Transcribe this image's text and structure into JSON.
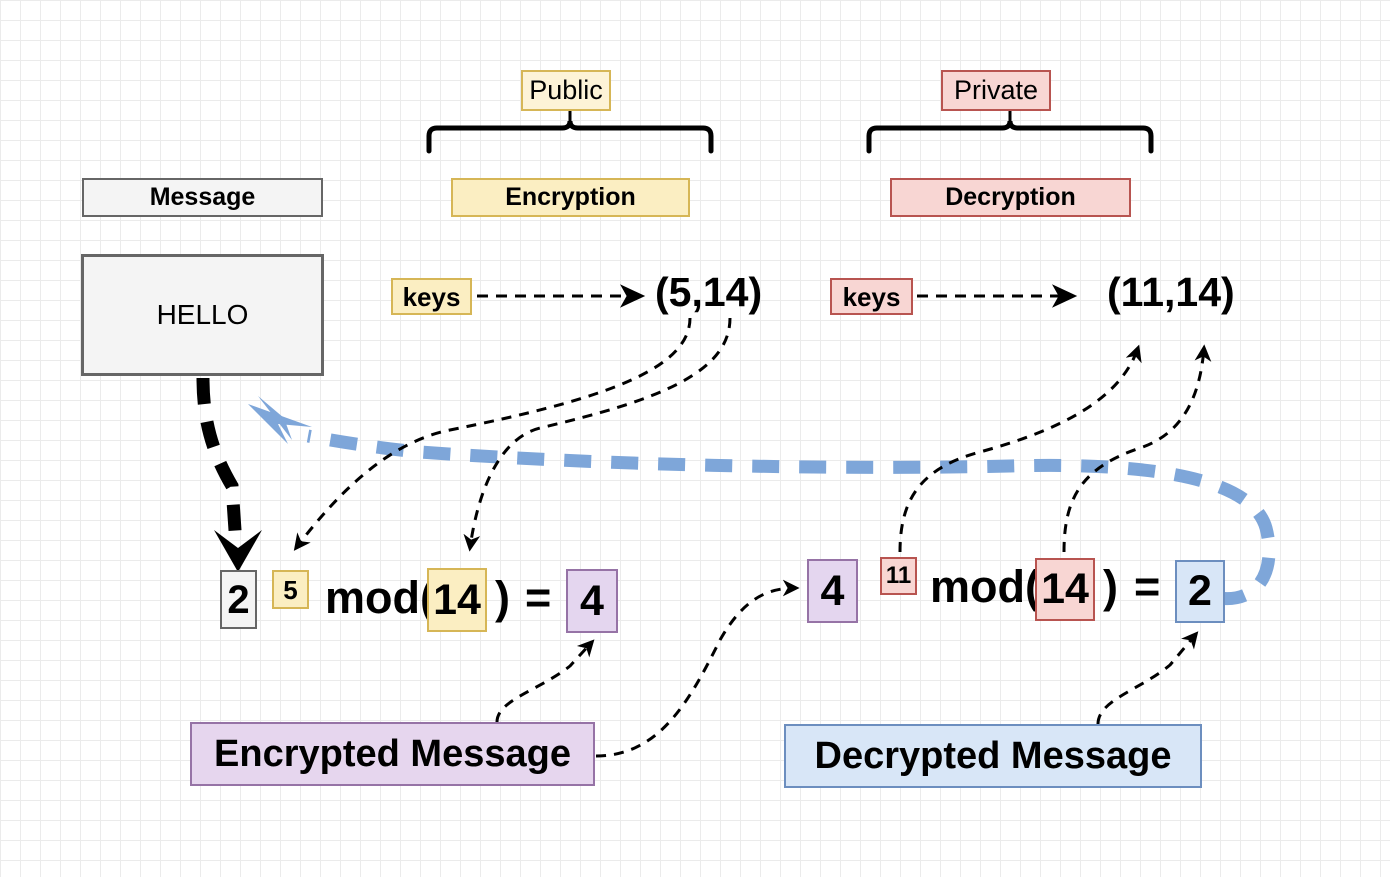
{
  "diagram": {
    "title_context": "Public key / private key encryption example",
    "sections": {
      "public": {
        "label": "Public",
        "color": "#fdf3d7",
        "border": "#d6b656"
      },
      "private": {
        "label": "Private",
        "color": "#f8d6d3",
        "border": "#b85450"
      }
    },
    "message": {
      "header_label": "Message",
      "value": "HELLO"
    },
    "encryption": {
      "header_label": "Encryption",
      "keys_label": "keys",
      "key_pair": "(5,14)",
      "equation": {
        "base": "2",
        "exponent": "5",
        "mod_open": "mod(",
        "modulus": "14",
        "mod_close": ")",
        "equals": "=",
        "result": "4"
      },
      "footer_label": "Encrypted Message"
    },
    "decryption": {
      "header_label": "Decryption",
      "keys_label": "keys",
      "key_pair": "(11,14)",
      "equation": {
        "base": "4",
        "exponent": "11",
        "mod_open": "mod(",
        "modulus": "14",
        "mod_close": ")",
        "equals": "=",
        "result": "2"
      },
      "footer_label": "Decrypted Message"
    },
    "colors": {
      "grey_fill": "#f4f4f4",
      "grey_border": "#666666",
      "yellow_fill": "#fdf3d7",
      "yellow_border": "#d6b656",
      "red_fill": "#f8d6d3",
      "red_border": "#b85450",
      "purple_fill": "#e4d6ef",
      "purple_border": "#9673a6",
      "blue_fill": "#d8e6f7",
      "blue_border": "#6c8ebf",
      "blue_flow_arrow": "#7ea6d9",
      "connector": "#000000",
      "grid_minor": "#ebebeb",
      "grid_major": "#d9d9d9"
    }
  }
}
